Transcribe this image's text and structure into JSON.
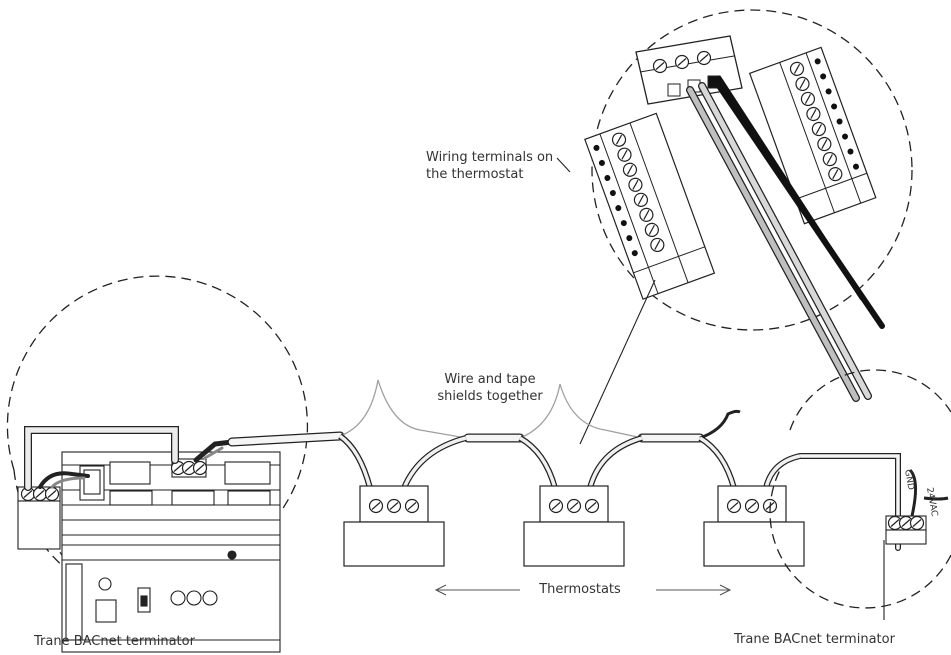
{
  "labels": {
    "terminals_line1": "Wiring terminals on",
    "terminals_line2": "the thermostat",
    "shields_line1": "Wire and tape",
    "shields_line2": "shields together",
    "thermostats": "Thermostats",
    "terminator_left": "Trane BACnet terminator",
    "terminator_right": "Trane BACnet terminator"
  },
  "power": {
    "gnd": "GND",
    "vac": "24VAC"
  },
  "colors": {
    "line": "#222222",
    "wire_gray": "#bfbfbf",
    "wire_black": "#111111",
    "shield_gray": "#a0a0a0",
    "text": "#333333"
  }
}
